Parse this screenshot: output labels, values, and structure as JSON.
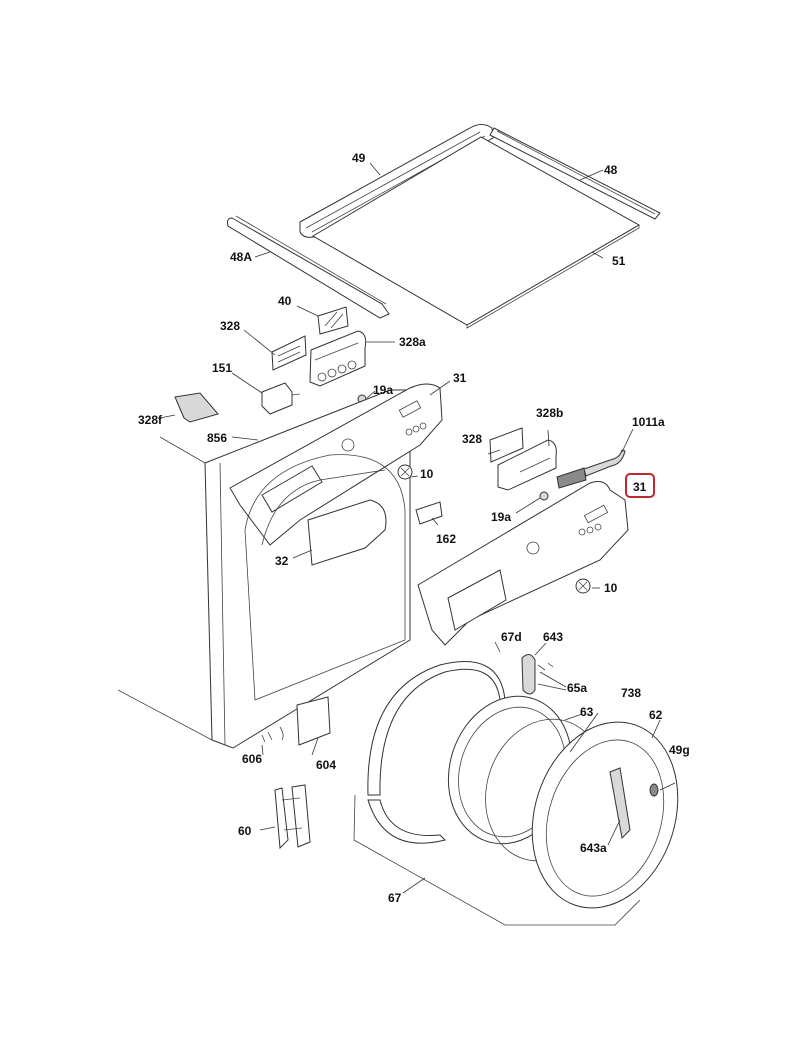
{
  "diagram": {
    "title": "Washing machine front panel exploded parts view",
    "highlight_color": "#c0262d",
    "highlighted_label": "31",
    "labels": {
      "l49": "49",
      "l48": "48",
      "l48A": "48A",
      "l51": "51",
      "l40": "40",
      "l328_left": "328",
      "l328a": "328a",
      "l151": "151",
      "l19a_top": "19a",
      "l31_left": "31",
      "l328f": "328f",
      "l856": "856",
      "l328b": "328b",
      "l328_right": "328",
      "l1011a": "1011a",
      "l10_top": "10",
      "l31_right": "31",
      "l19a_right": "19a",
      "l162": "162",
      "l32": "32",
      "l10_right": "10",
      "l67d": "67d",
      "l643": "643",
      "l65a": "65a",
      "l738": "738",
      "l63": "63",
      "l62": "62",
      "l49g": "49g",
      "l606": "606",
      "l604": "604",
      "l60": "60",
      "l643a": "643a",
      "l67": "67"
    }
  }
}
